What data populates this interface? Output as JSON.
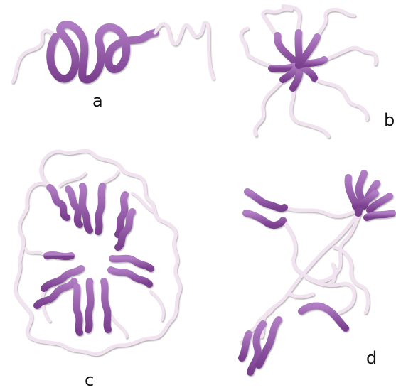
{
  "panels": [
    {
      "id": "a",
      "label": "a"
    },
    {
      "id": "b",
      "label": "b"
    },
    {
      "id": "c",
      "label": "c"
    },
    {
      "id": "d",
      "label": "d"
    }
  ],
  "colors": {
    "core": "#8a4f9e",
    "core_highlight": "#b07cc3",
    "tail": "#f1e3ef",
    "tail_shadow": "#9a9a9a"
  }
}
